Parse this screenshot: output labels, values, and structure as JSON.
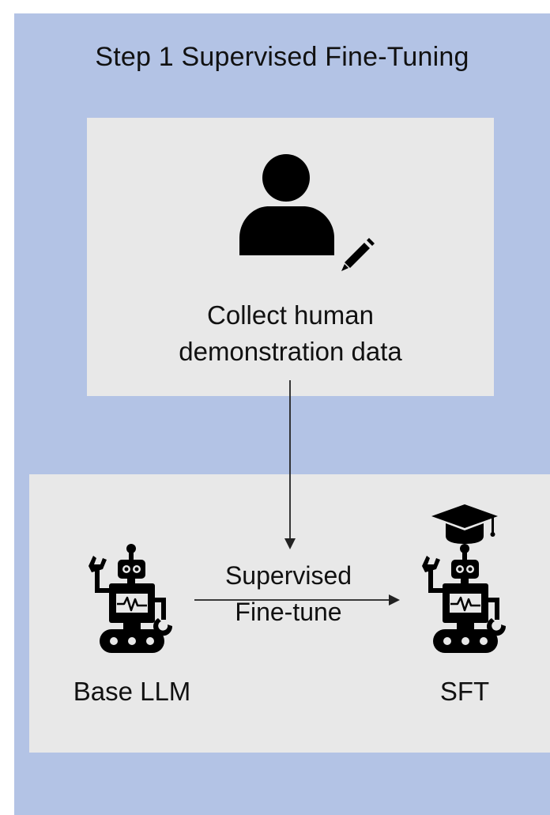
{
  "title": "Step 1 Supervised Fine-Tuning",
  "collect_step": {
    "line1": "Collect human",
    "line2": "demonstration data"
  },
  "edge_label": {
    "line1": "Supervised",
    "line2": "Fine-tune"
  },
  "base_model": {
    "label": "Base LLM"
  },
  "sft_model": {
    "label": "SFT"
  },
  "colors": {
    "panel_background": "#b3c3e5",
    "box_background": "#e8e8e8",
    "icon": "#000000",
    "arrow": "#222222"
  },
  "icons": {
    "person": "person-icon",
    "pencil": "pencil-icon",
    "base_robot": "robot-icon",
    "sft_robot": "robot-icon",
    "graduation_cap": "graduation-cap-icon"
  }
}
